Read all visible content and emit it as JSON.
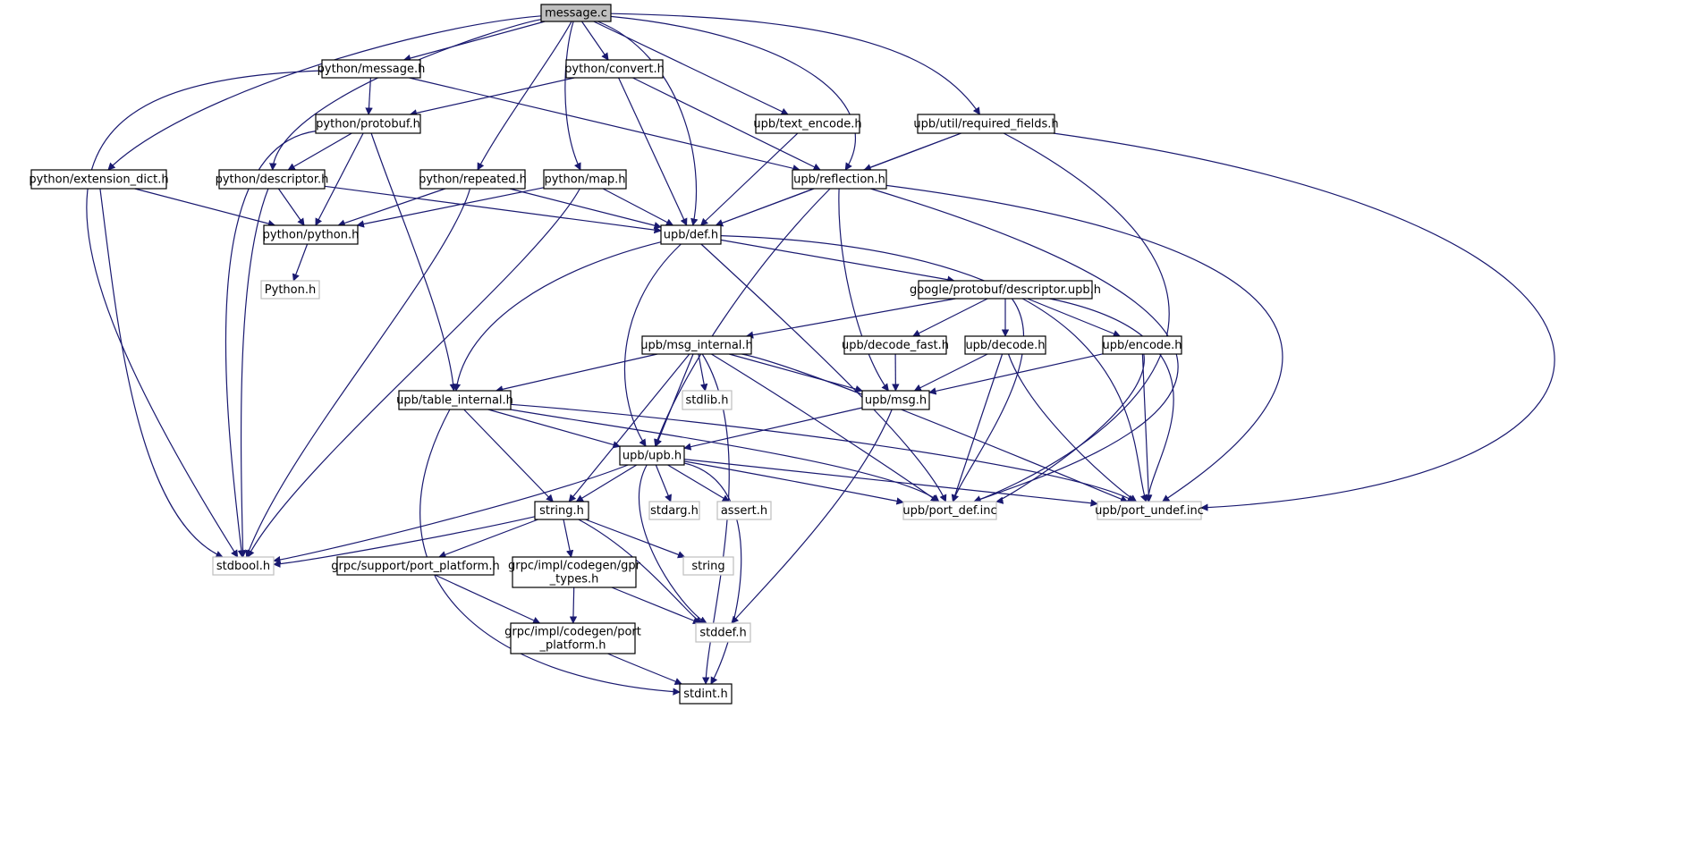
{
  "colors": {
    "edge": "#191970",
    "node_border": "#000000",
    "missing_border": "#bfbfbf",
    "root_fill": "#bfbfbf",
    "node_fill": "#ffffff",
    "text": "#000000"
  },
  "nodes": [
    {
      "id": "message_c",
      "lines": [
        "message.c"
      ],
      "kind": "root"
    },
    {
      "id": "python_message_h",
      "lines": [
        "python/message.h"
      ],
      "kind": "normal"
    },
    {
      "id": "python_convert_h",
      "lines": [
        "python/convert.h"
      ],
      "kind": "normal"
    },
    {
      "id": "python_protobuf_h",
      "lines": [
        "python/protobuf.h"
      ],
      "kind": "normal"
    },
    {
      "id": "upb_text_encode_h",
      "lines": [
        "upb/text_encode.h"
      ],
      "kind": "normal"
    },
    {
      "id": "upb_util_required_fields_h",
      "lines": [
        "upb/util/required_fields.h"
      ],
      "kind": "normal"
    },
    {
      "id": "python_extension_dict_h",
      "lines": [
        "python/extension_dict.h"
      ],
      "kind": "normal"
    },
    {
      "id": "python_descriptor_h",
      "lines": [
        "python/descriptor.h"
      ],
      "kind": "normal"
    },
    {
      "id": "python_repeated_h",
      "lines": [
        "python/repeated.h"
      ],
      "kind": "normal"
    },
    {
      "id": "python_map_h",
      "lines": [
        "python/map.h"
      ],
      "kind": "normal"
    },
    {
      "id": "upb_reflection_h",
      "lines": [
        "upb/reflection.h"
      ],
      "kind": "normal"
    },
    {
      "id": "python_python_h",
      "lines": [
        "python/python.h"
      ],
      "kind": "normal"
    },
    {
      "id": "upb_def_h",
      "lines": [
        "upb/def.h"
      ],
      "kind": "normal"
    },
    {
      "id": "Python_h",
      "lines": [
        "Python.h"
      ],
      "kind": "missing"
    },
    {
      "id": "google_descriptor_upb_h",
      "lines": [
        "google/protobuf/descriptor.upb.h"
      ],
      "kind": "normal"
    },
    {
      "id": "upb_msg_internal_h",
      "lines": [
        "upb/msg_internal.h"
      ],
      "kind": "normal"
    },
    {
      "id": "upb_decode_fast_h",
      "lines": [
        "upb/decode_fast.h"
      ],
      "kind": "normal"
    },
    {
      "id": "upb_decode_h",
      "lines": [
        "upb/decode.h"
      ],
      "kind": "normal"
    },
    {
      "id": "upb_encode_h",
      "lines": [
        "upb/encode.h"
      ],
      "kind": "normal"
    },
    {
      "id": "upb_table_internal_h",
      "lines": [
        "upb/table_internal.h"
      ],
      "kind": "normal"
    },
    {
      "id": "stdlib_h",
      "lines": [
        "stdlib.h"
      ],
      "kind": "missing"
    },
    {
      "id": "upb_msg_h",
      "lines": [
        "upb/msg.h"
      ],
      "kind": "normal"
    },
    {
      "id": "upb_upb_h",
      "lines": [
        "upb/upb.h"
      ],
      "kind": "normal"
    },
    {
      "id": "string_h",
      "lines": [
        "string.h"
      ],
      "kind": "normal"
    },
    {
      "id": "stdarg_h",
      "lines": [
        "stdarg.h"
      ],
      "kind": "missing"
    },
    {
      "id": "assert_h",
      "lines": [
        "assert.h"
      ],
      "kind": "missing"
    },
    {
      "id": "upb_port_def_inc",
      "lines": [
        "upb/port_def.inc"
      ],
      "kind": "missing"
    },
    {
      "id": "upb_port_undef_inc",
      "lines": [
        "upb/port_undef.inc"
      ],
      "kind": "missing"
    },
    {
      "id": "stdbool_h",
      "lines": [
        "stdbool.h"
      ],
      "kind": "missing"
    },
    {
      "id": "grpc_support_port_platform_h",
      "lines": [
        "grpc/support/port_platform.h"
      ],
      "kind": "normal"
    },
    {
      "id": "grpc_gpr_types_h",
      "lines": [
        "grpc/impl/codegen/gpr",
        "_types.h"
      ],
      "kind": "normal"
    },
    {
      "id": "string",
      "lines": [
        "string"
      ],
      "kind": "missing"
    },
    {
      "id": "grpc_port_platform_h",
      "lines": [
        "grpc/impl/codegen/port",
        "_platform.h"
      ],
      "kind": "normal"
    },
    {
      "id": "stddef_h",
      "lines": [
        "stddef.h"
      ],
      "kind": "missing"
    },
    {
      "id": "stdint_h",
      "lines": [
        "stdint.h"
      ],
      "kind": "normal"
    }
  ],
  "edges": [
    [
      "message_c",
      "python_message_h"
    ],
    [
      "message_c",
      "python_convert_h"
    ],
    [
      "message_c",
      "upb_text_encode_h"
    ],
    [
      "message_c",
      "upb_util_required_fields_h"
    ],
    [
      "message_c",
      "python_extension_dict_h"
    ],
    [
      "message_c",
      "python_descriptor_h"
    ],
    [
      "message_c",
      "python_repeated_h"
    ],
    [
      "message_c",
      "python_map_h"
    ],
    [
      "message_c",
      "upb_def_h"
    ],
    [
      "message_c",
      "upb_reflection_h"
    ],
    [
      "python_message_h",
      "python_protobuf_h"
    ],
    [
      "python_message_h",
      "upb_reflection_h"
    ],
    [
      "python_message_h",
      "stdbool_h"
    ],
    [
      "python_convert_h",
      "python_protobuf_h"
    ],
    [
      "python_convert_h",
      "upb_def_h"
    ],
    [
      "python_convert_h",
      "upb_reflection_h"
    ],
    [
      "python_protobuf_h",
      "python_descriptor_h"
    ],
    [
      "python_protobuf_h",
      "python_python_h"
    ],
    [
      "python_protobuf_h",
      "upb_table_internal_h"
    ],
    [
      "python_protobuf_h",
      "stdbool_h"
    ],
    [
      "upb_text_encode_h",
      "upb_def_h"
    ],
    [
      "upb_util_required_fields_h",
      "upb_def_h"
    ],
    [
      "upb_util_required_fields_h",
      "upb_reflection_h"
    ],
    [
      "upb_util_required_fields_h",
      "upb_port_def_inc"
    ],
    [
      "upb_util_required_fields_h",
      "upb_port_undef_inc"
    ],
    [
      "python_extension_dict_h",
      "python_python_h"
    ],
    [
      "python_extension_dict_h",
      "stdbool_h"
    ],
    [
      "python_descriptor_h",
      "python_python_h"
    ],
    [
      "python_descriptor_h",
      "upb_def_h"
    ],
    [
      "python_descriptor_h",
      "stdbool_h"
    ],
    [
      "python_repeated_h",
      "python_python_h"
    ],
    [
      "python_repeated_h",
      "upb_def_h"
    ],
    [
      "python_repeated_h",
      "stdbool_h"
    ],
    [
      "python_map_h",
      "python_python_h"
    ],
    [
      "python_map_h",
      "upb_def_h"
    ],
    [
      "python_map_h",
      "stdbool_h"
    ],
    [
      "upb_reflection_h",
      "upb_def_h"
    ],
    [
      "upb_reflection_h",
      "upb_msg_h"
    ],
    [
      "upb_reflection_h",
      "upb_upb_h"
    ],
    [
      "upb_reflection_h",
      "upb_port_def_inc"
    ],
    [
      "upb_reflection_h",
      "upb_port_undef_inc"
    ],
    [
      "python_python_h",
      "Python_h"
    ],
    [
      "upb_def_h",
      "google_descriptor_upb_h"
    ],
    [
      "upb_def_h",
      "upb_table_internal_h"
    ],
    [
      "upb_def_h",
      "upb_upb_h"
    ],
    [
      "upb_def_h",
      "upb_port_def_inc"
    ],
    [
      "upb_def_h",
      "upb_port_undef_inc"
    ],
    [
      "google_descriptor_upb_h",
      "upb_msg_internal_h"
    ],
    [
      "google_descriptor_upb_h",
      "upb_decode_fast_h"
    ],
    [
      "google_descriptor_upb_h",
      "upb_decode_h"
    ],
    [
      "google_descriptor_upb_h",
      "upb_encode_h"
    ],
    [
      "google_descriptor_upb_h",
      "upb_port_def_inc"
    ],
    [
      "google_descriptor_upb_h",
      "upb_port_undef_inc"
    ],
    [
      "upb_msg_internal_h",
      "upb_table_internal_h"
    ],
    [
      "upb_msg_internal_h",
      "stdlib_h"
    ],
    [
      "upb_msg_internal_h",
      "upb_msg_h"
    ],
    [
      "upb_msg_internal_h",
      "upb_upb_h"
    ],
    [
      "upb_msg_internal_h",
      "string_h"
    ],
    [
      "upb_msg_internal_h",
      "upb_port_def_inc"
    ],
    [
      "upb_msg_internal_h",
      "upb_port_undef_inc"
    ],
    [
      "upb_msg_internal_h",
      "stdint_h"
    ],
    [
      "upb_decode_fast_h",
      "upb_msg_h"
    ],
    [
      "upb_decode_h",
      "upb_msg_h"
    ],
    [
      "upb_decode_h",
      "upb_port_def_inc"
    ],
    [
      "upb_decode_h",
      "upb_port_undef_inc"
    ],
    [
      "upb_encode_h",
      "upb_msg_h"
    ],
    [
      "upb_encode_h",
      "upb_port_def_inc"
    ],
    [
      "upb_encode_h",
      "upb_port_undef_inc"
    ],
    [
      "upb_table_internal_h",
      "upb_upb_h"
    ],
    [
      "upb_table_internal_h",
      "string_h"
    ],
    [
      "upb_table_internal_h",
      "upb_port_def_inc"
    ],
    [
      "upb_table_internal_h",
      "upb_port_undef_inc"
    ],
    [
      "upb_table_internal_h",
      "stdint_h"
    ],
    [
      "upb_msg_h",
      "upb_upb_h"
    ],
    [
      "upb_msg_h",
      "stddef_h"
    ],
    [
      "upb_upb_h",
      "string_h"
    ],
    [
      "upb_upb_h",
      "stdarg_h"
    ],
    [
      "upb_upb_h",
      "assert_h"
    ],
    [
      "upb_upb_h",
      "upb_port_def_inc"
    ],
    [
      "upb_upb_h",
      "upb_port_undef_inc"
    ],
    [
      "upb_upb_h",
      "stdbool_h"
    ],
    [
      "upb_upb_h",
      "stddef_h"
    ],
    [
      "upb_upb_h",
      "stdint_h"
    ],
    [
      "string_h",
      "stdbool_h"
    ],
    [
      "string_h",
      "grpc_support_port_platform_h"
    ],
    [
      "string_h",
      "grpc_gpr_types_h"
    ],
    [
      "string_h",
      "string"
    ],
    [
      "string_h",
      "stddef_h"
    ],
    [
      "grpc_support_port_platform_h",
      "grpc_port_platform_h"
    ],
    [
      "grpc_gpr_types_h",
      "grpc_port_platform_h"
    ],
    [
      "grpc_gpr_types_h",
      "stddef_h"
    ],
    [
      "grpc_port_platform_h",
      "stdint_h"
    ]
  ]
}
